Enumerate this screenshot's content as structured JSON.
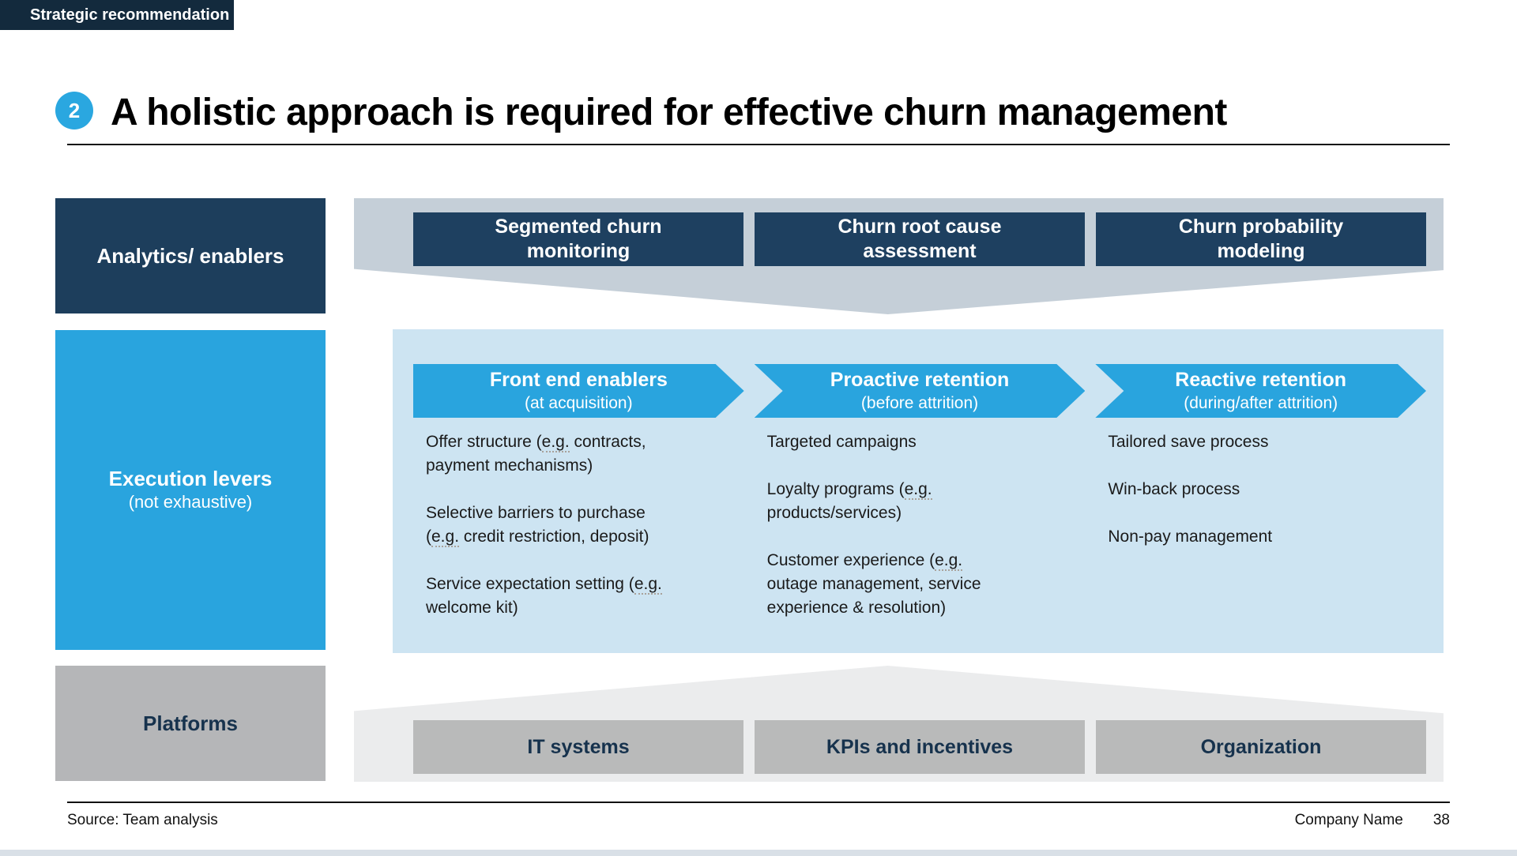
{
  "tag": "Strategic recommendation",
  "title": {
    "number": "2",
    "text": "A holistic approach is required for effective churn management"
  },
  "rows": {
    "analytics": {
      "label": "Analytics/ enablers"
    },
    "execution": {
      "label": "Execution levers",
      "sublabel": "(not exhaustive)"
    },
    "platforms": {
      "label": "Platforms"
    }
  },
  "analytics_boxes": [
    "Segmented churn monitoring",
    "Churn root cause assessment",
    "Churn probability modeling"
  ],
  "columns": [
    {
      "header": "Front end enablers",
      "subheader": "(at acquisition)",
      "bullets": [
        "Offer structure (e.g. contracts,\npayment mechanisms)",
        "Selective barriers to purchase\n(e.g. credit restriction, deposit)",
        "Service expectation setting (e.g.\nwelcome kit)"
      ]
    },
    {
      "header": "Proactive retention",
      "subheader": "(before attrition)",
      "bullets": [
        "Targeted campaigns",
        "Loyalty programs (e.g.\nproducts/services)",
        "Customer experience (e.g.\noutage management, service\nexperience & resolution)"
      ]
    },
    {
      "header": "Reactive retention",
      "subheader": "(during/after attrition)",
      "bullets": [
        "Tailored save process",
        "Win-back process",
        "Non-pay management"
      ]
    }
  ],
  "platform_boxes": [
    "IT systems",
    "KPIs and incentives",
    "Organization"
  ],
  "footer": {
    "source": "Source: Team analysis",
    "company": "Company Name",
    "page": "38"
  },
  "colors": {
    "tag_navy": "#132a3d",
    "box_navy": "#1e4060",
    "accent_blue": "#29a4de",
    "light_blue_panel": "#cde4f2",
    "funnel_gray": "#c5cfd8",
    "base_light_gray": "#ebeced",
    "platform_gray": "#b9baba",
    "dark_text_navy": "#16324d"
  }
}
